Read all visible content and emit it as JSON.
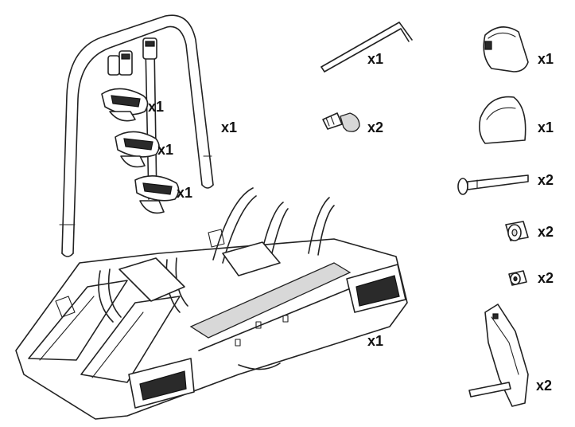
{
  "parts": [
    {
      "id": "loading-ramp",
      "quantity_label": "x1"
    },
    {
      "id": "wheel-holder-1",
      "quantity_label": "x1"
    },
    {
      "id": "wheel-holder-2",
      "quantity_label": "x1"
    },
    {
      "id": "wheel-holder-3",
      "quantity_label": "x1"
    },
    {
      "id": "bike-carrier-base",
      "quantity_label": "x1"
    },
    {
      "id": "hex-key",
      "quantity_label": "x1"
    },
    {
      "id": "lock-key",
      "quantity_label": "x2"
    },
    {
      "id": "end-cap-small",
      "quantity_label": "x1"
    },
    {
      "id": "end-cap-large",
      "quantity_label": "x1"
    },
    {
      "id": "bolt",
      "quantity_label": "x2"
    },
    {
      "id": "spacer",
      "quantity_label": "x2"
    },
    {
      "id": "washer-nut",
      "quantity_label": "x2"
    },
    {
      "id": "frame-holder-arm",
      "quantity_label": "x2"
    }
  ]
}
